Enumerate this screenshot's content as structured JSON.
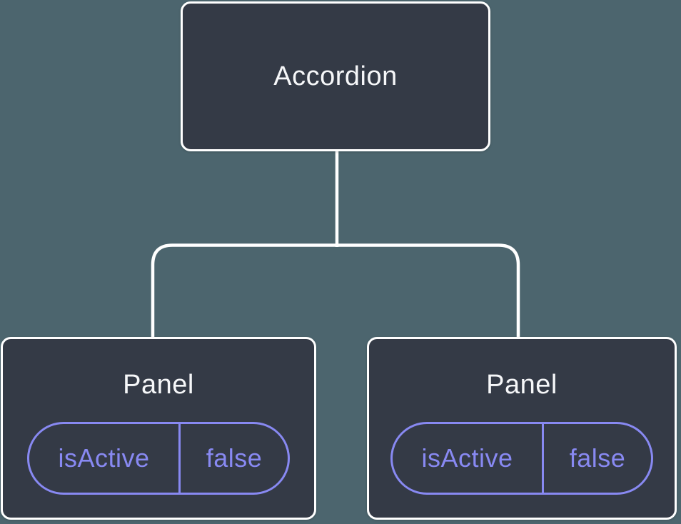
{
  "diagram": {
    "root": {
      "label": "Accordion"
    },
    "children": [
      {
        "label": "Panel",
        "prop": {
          "name": "isActive",
          "value": "false"
        }
      },
      {
        "label": "Panel",
        "prop": {
          "name": "isActive",
          "value": "false"
        }
      }
    ],
    "colors": {
      "background": "#4C656E",
      "node_fill": "#343A46",
      "node_border": "#FFFFFF",
      "connector_line": "#FFFFFF",
      "node_text": "#F6F7F9",
      "prop_accent": "#8889F2"
    }
  }
}
